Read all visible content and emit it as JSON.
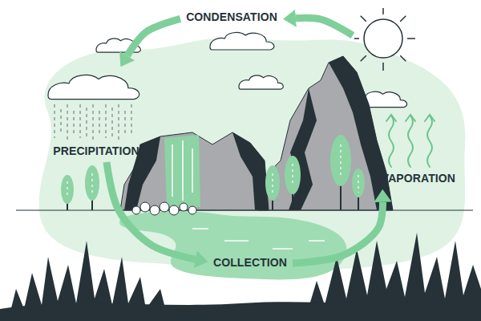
{
  "diagram": {
    "nodes": [
      {
        "text": [
          "CONDENSATION"
        ]
      },
      {
        "text": [
          "PRECIPITATION"
        ]
      },
      {
        "text": [
          "EVAPORATION"
        ]
      },
      {
        "text": [
          "COLLECTION"
        ]
      }
    ],
    "edges": [
      {
        "from": 0,
        "to": 1,
        "arrow": "to"
      },
      {
        "from": 1,
        "to": 3,
        "arrow": "to"
      },
      {
        "from": 3,
        "to": 2,
        "arrow": "to"
      },
      {
        "from": 2,
        "to": 0,
        "arrow": "to"
      }
    ]
  }
}
